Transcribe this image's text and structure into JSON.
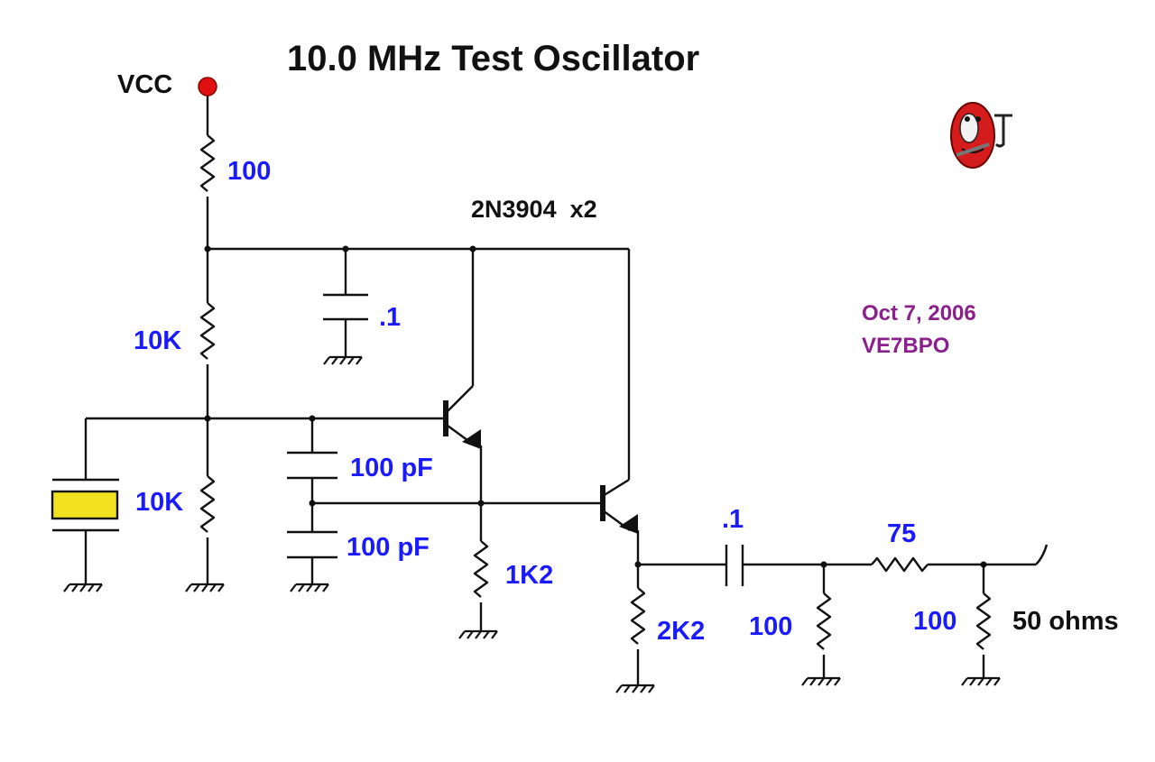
{
  "title": "10.0 MHz Test Oscillator",
  "supply_label": "VCC",
  "transistor_label": "2N3904",
  "transistor_count": "x2",
  "components": {
    "r_supply": "100",
    "r_bias_top": "10K",
    "r_bias_bottom": "10K",
    "c_bypass": ".1",
    "c_feedback_1": "100 pF",
    "c_feedback_2": "100 pF",
    "r_emitter_1": "1K2",
    "r_emitter_2": "2K2",
    "c_coupling": ".1",
    "r_shunt_1": "100",
    "r_series": "75",
    "r_shunt_2": "100"
  },
  "output_label": "50 ohms",
  "signature": {
    "date": "Oct 7, 2006",
    "callsign": "VE7BPO"
  },
  "colors": {
    "wire": "#111111",
    "value_text": "#1a1aff",
    "signature_text": "#8b1f8b",
    "vcc_node": "#e01010",
    "crystal_fill": "#f0e020",
    "mascot_red": "#d41c1c"
  }
}
